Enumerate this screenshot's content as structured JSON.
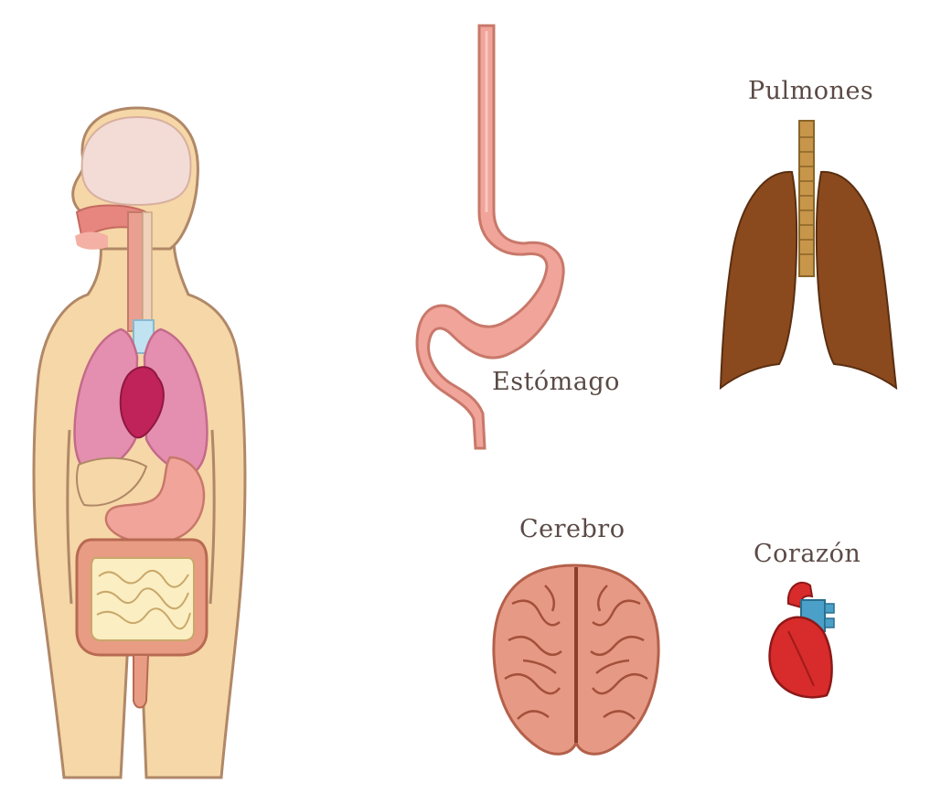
{
  "labels": {
    "lungs": "Pulmones",
    "stomach": "Estómago",
    "brain": "Cerebro",
    "heart": "Corazón"
  },
  "colors": {
    "skin": "#f6d7a7",
    "outline": "#b08868",
    "brain": "#e69a86",
    "lung_brown": "#8a4a1e",
    "lung_pink": "#e58fb0",
    "stomach": "#f1a49a",
    "intestine": "#e89c83",
    "heart_red": "#d82b2b",
    "heart_blue": "#4aa0c8"
  }
}
